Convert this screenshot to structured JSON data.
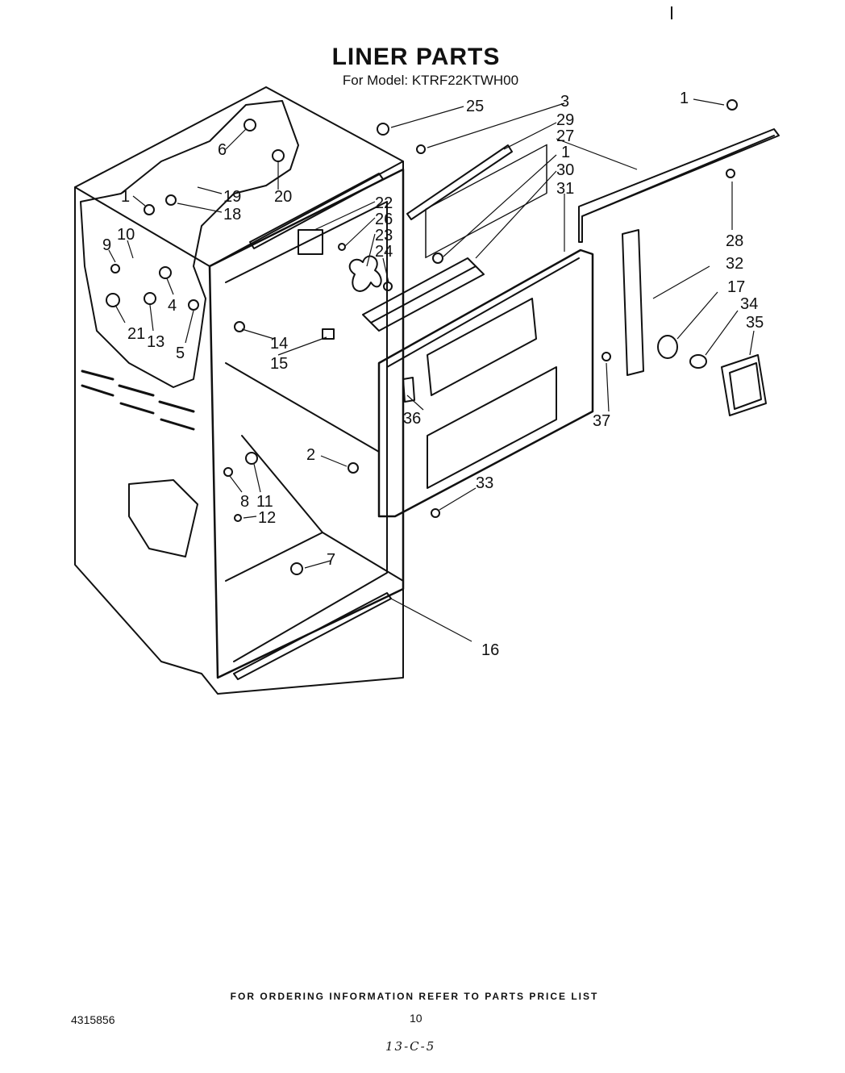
{
  "header": {
    "title": "LINER PARTS",
    "subtitle": "For Model: KTRF22KTWH00"
  },
  "diagram": {
    "callouts": [
      "1",
      "2",
      "3",
      "4",
      "5",
      "6",
      "7",
      "8",
      "9",
      "10",
      "11",
      "12",
      "13",
      "14",
      "15",
      "16",
      "17",
      "18",
      "19",
      "20",
      "21",
      "22",
      "23",
      "24",
      "25",
      "26",
      "27",
      "28",
      "29",
      "30",
      "31",
      "32",
      "33",
      "34",
      "35",
      "36",
      "37"
    ]
  },
  "footer": {
    "ordering_note": "FOR ORDERING INFORMATION REFER TO PARTS PRICE LIST",
    "doc_number": "4315856",
    "page_number": "10",
    "handwritten_note": "13-C-5"
  }
}
